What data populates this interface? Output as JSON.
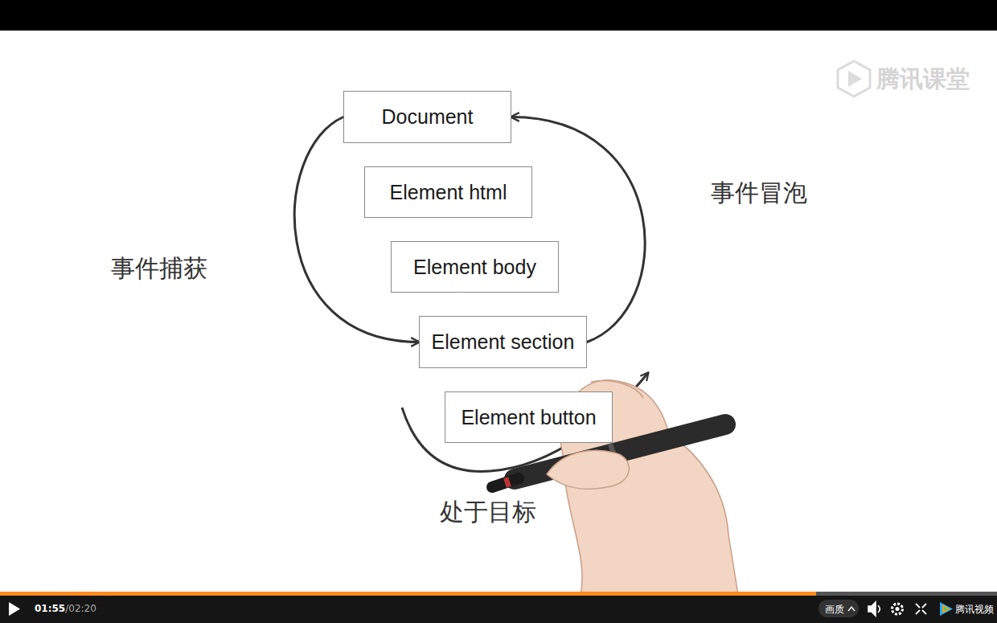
{
  "diagram": {
    "nodes": [
      {
        "text": [
          "Document"
        ]
      },
      {
        "text": [
          "Element html"
        ]
      },
      {
        "text": [
          "Element body"
        ]
      },
      {
        "text": [
          "Element section"
        ]
      },
      {
        "text": [
          "Element button"
        ]
      }
    ],
    "edges": [
      {
        "from": 0,
        "to": 3,
        "arrow": "to",
        "label": "事件捕获"
      },
      {
        "from": 3,
        "to": 0,
        "arrow": "to",
        "label": "事件冒泡"
      }
    ],
    "labels": [
      "处于目标",
      "腾讯课堂",
      "01:55",
      "/02:20",
      "画质",
      "腾讯视频"
    ]
  }
}
